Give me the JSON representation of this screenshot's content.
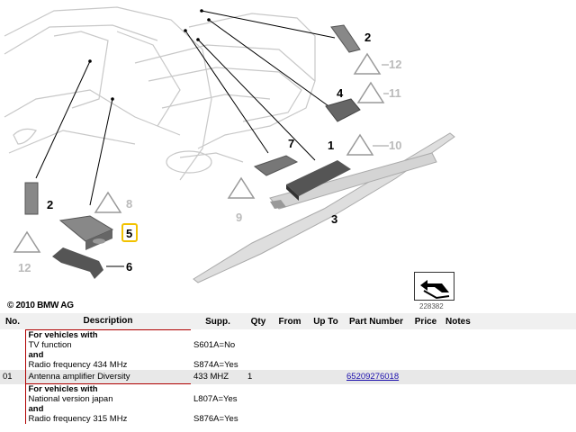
{
  "diagram": {
    "callouts": {
      "c1": "1",
      "c2a": "2",
      "c2b": "2",
      "c3": "3",
      "c4": "4",
      "c5": "5",
      "c6": "6",
      "c7": "7",
      "c8": "8",
      "c9": "9",
      "c10": "10",
      "c11": "11",
      "c12a": "12",
      "c12b": "12"
    },
    "copyright": "© 2010 BMW AG",
    "image_id": "228382",
    "colors": {
      "highlight": "#f2c200",
      "line": "#bbbbbb",
      "part": "#777777"
    }
  },
  "table": {
    "headers": {
      "no": "No.",
      "description": "Description",
      "supp": "Supp.",
      "qty": "Qty",
      "from": "From",
      "upto": "Up To",
      "part_number": "Part Number",
      "price": "Price",
      "notes": "Notes"
    },
    "group1": {
      "heading": "For vehicles with",
      "line1": "TV function",
      "and": "and",
      "line2": "Radio frequency 434 MHz",
      "supp1": "S601A=No",
      "supp2": "S874A=Yes"
    },
    "row01": {
      "no": "01",
      "description": "Antenna amplifier Diversity",
      "supp": "433 MHZ",
      "qty": "1",
      "part_number": "65209276018"
    },
    "group2": {
      "heading": "For vehicles with",
      "line1": "National version japan",
      "and": "and",
      "line2": "Radio frequency 315 MHz",
      "supp1": "L807A=Yes",
      "supp2": "S876A=Yes"
    },
    "colors": {
      "divider": "#b00000",
      "row_bg": "#e8e8e8",
      "header_bg": "#f0f0f0"
    }
  }
}
